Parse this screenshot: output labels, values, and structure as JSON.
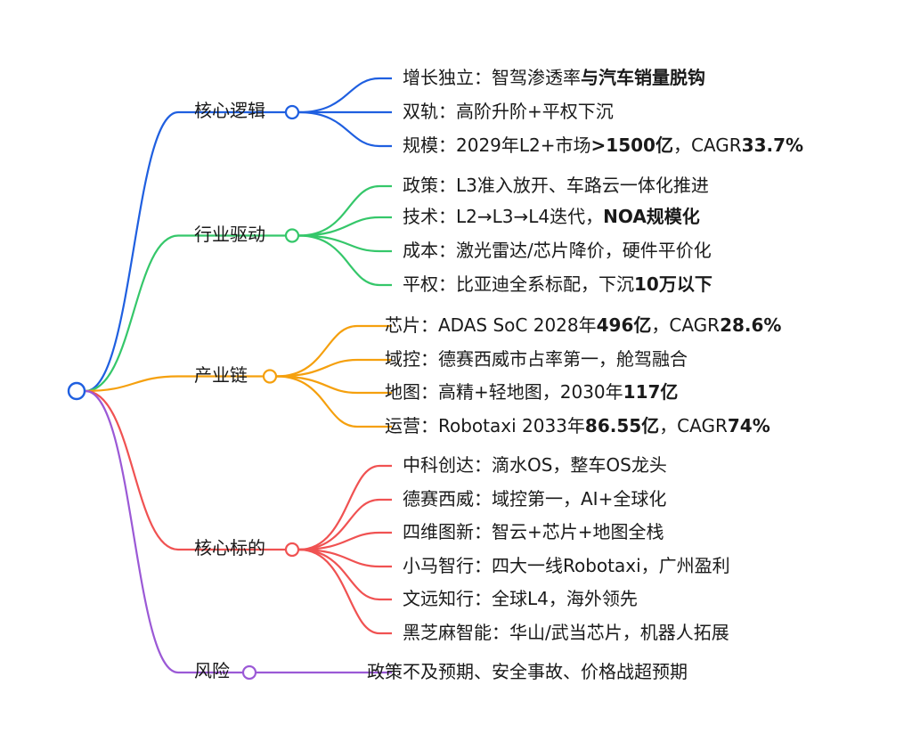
{
  "mindmap": {
    "branches": [
      {
        "id": "logic",
        "label": "核心逻辑",
        "color": "#1f5fe0",
        "leaves": [
          {
            "parts": [
              {
                "t": "增长独立：智驾渗透率",
                "b": false
              },
              {
                "t": "与汽车销量脱钩",
                "b": true
              }
            ]
          },
          {
            "parts": [
              {
                "t": "双轨：高阶升阶+平权下沉",
                "b": false
              }
            ]
          },
          {
            "parts": [
              {
                "t": "规模：2029年L2+市场",
                "b": false
              },
              {
                "t": ">1500亿",
                "b": true
              },
              {
                "t": "，CAGR",
                "b": false
              },
              {
                "t": "33.7%",
                "b": true
              }
            ]
          }
        ]
      },
      {
        "id": "driver",
        "label": "行业驱动",
        "color": "#35c76a",
        "leaves": [
          {
            "parts": [
              {
                "t": "政策：L3准入放开、车路云一体化推进",
                "b": false
              }
            ]
          },
          {
            "parts": [
              {
                "t": "技术：L2→L3→L4迭代，",
                "b": false
              },
              {
                "t": "NOA规模化",
                "b": true
              }
            ]
          },
          {
            "parts": [
              {
                "t": "成本：激光雷达/芯片降价，硬件平价化",
                "b": false
              }
            ]
          },
          {
            "parts": [
              {
                "t": "平权：比亚迪全系标配，下沉",
                "b": false
              },
              {
                "t": "10万以下",
                "b": true
              }
            ]
          }
        ]
      },
      {
        "id": "chain",
        "label": "产业链",
        "color": "#f5a00e",
        "leaves": [
          {
            "parts": [
              {
                "t": "芯片：ADAS SoC 2028年",
                "b": false
              },
              {
                "t": "496亿",
                "b": true
              },
              {
                "t": "，CAGR",
                "b": false
              },
              {
                "t": "28.6%",
                "b": true
              }
            ]
          },
          {
            "parts": [
              {
                "t": "域控：德赛西威市占率第一，舱驾融合",
                "b": false
              }
            ]
          },
          {
            "parts": [
              {
                "t": "地图：高精+轻地图，2030年",
                "b": false
              },
              {
                "t": "117亿",
                "b": true
              }
            ]
          },
          {
            "parts": [
              {
                "t": "运营：Robotaxi 2033年",
                "b": false
              },
              {
                "t": "86.55亿",
                "b": true
              },
              {
                "t": "，CAGR",
                "b": false
              },
              {
                "t": "74%",
                "b": true
              }
            ]
          }
        ]
      },
      {
        "id": "targets",
        "label": "核心标的",
        "color": "#f05252",
        "leaves": [
          {
            "parts": [
              {
                "t": "中科创达：滴水OS，整车OS龙头",
                "b": false
              }
            ]
          },
          {
            "parts": [
              {
                "t": "德赛西威：域控第一，AI+全球化",
                "b": false
              }
            ]
          },
          {
            "parts": [
              {
                "t": "四维图新：智云+芯片+地图全栈",
                "b": false
              }
            ]
          },
          {
            "parts": [
              {
                "t": "小马智行：四大一线Robotaxi，广州盈利",
                "b": false
              }
            ]
          },
          {
            "parts": [
              {
                "t": "文远知行：全球L4，海外领先",
                "b": false
              }
            ]
          },
          {
            "parts": [
              {
                "t": "黑芝麻智能：华山/武当芯片，机器人拓展",
                "b": false
              }
            ]
          }
        ]
      },
      {
        "id": "risk",
        "label": "风险",
        "color": "#9b59d6",
        "leaves": [
          {
            "parts": [
              {
                "t": "政策不及预期、安全事故、价格战超预期",
                "b": false
              }
            ]
          }
        ]
      }
    ]
  }
}
